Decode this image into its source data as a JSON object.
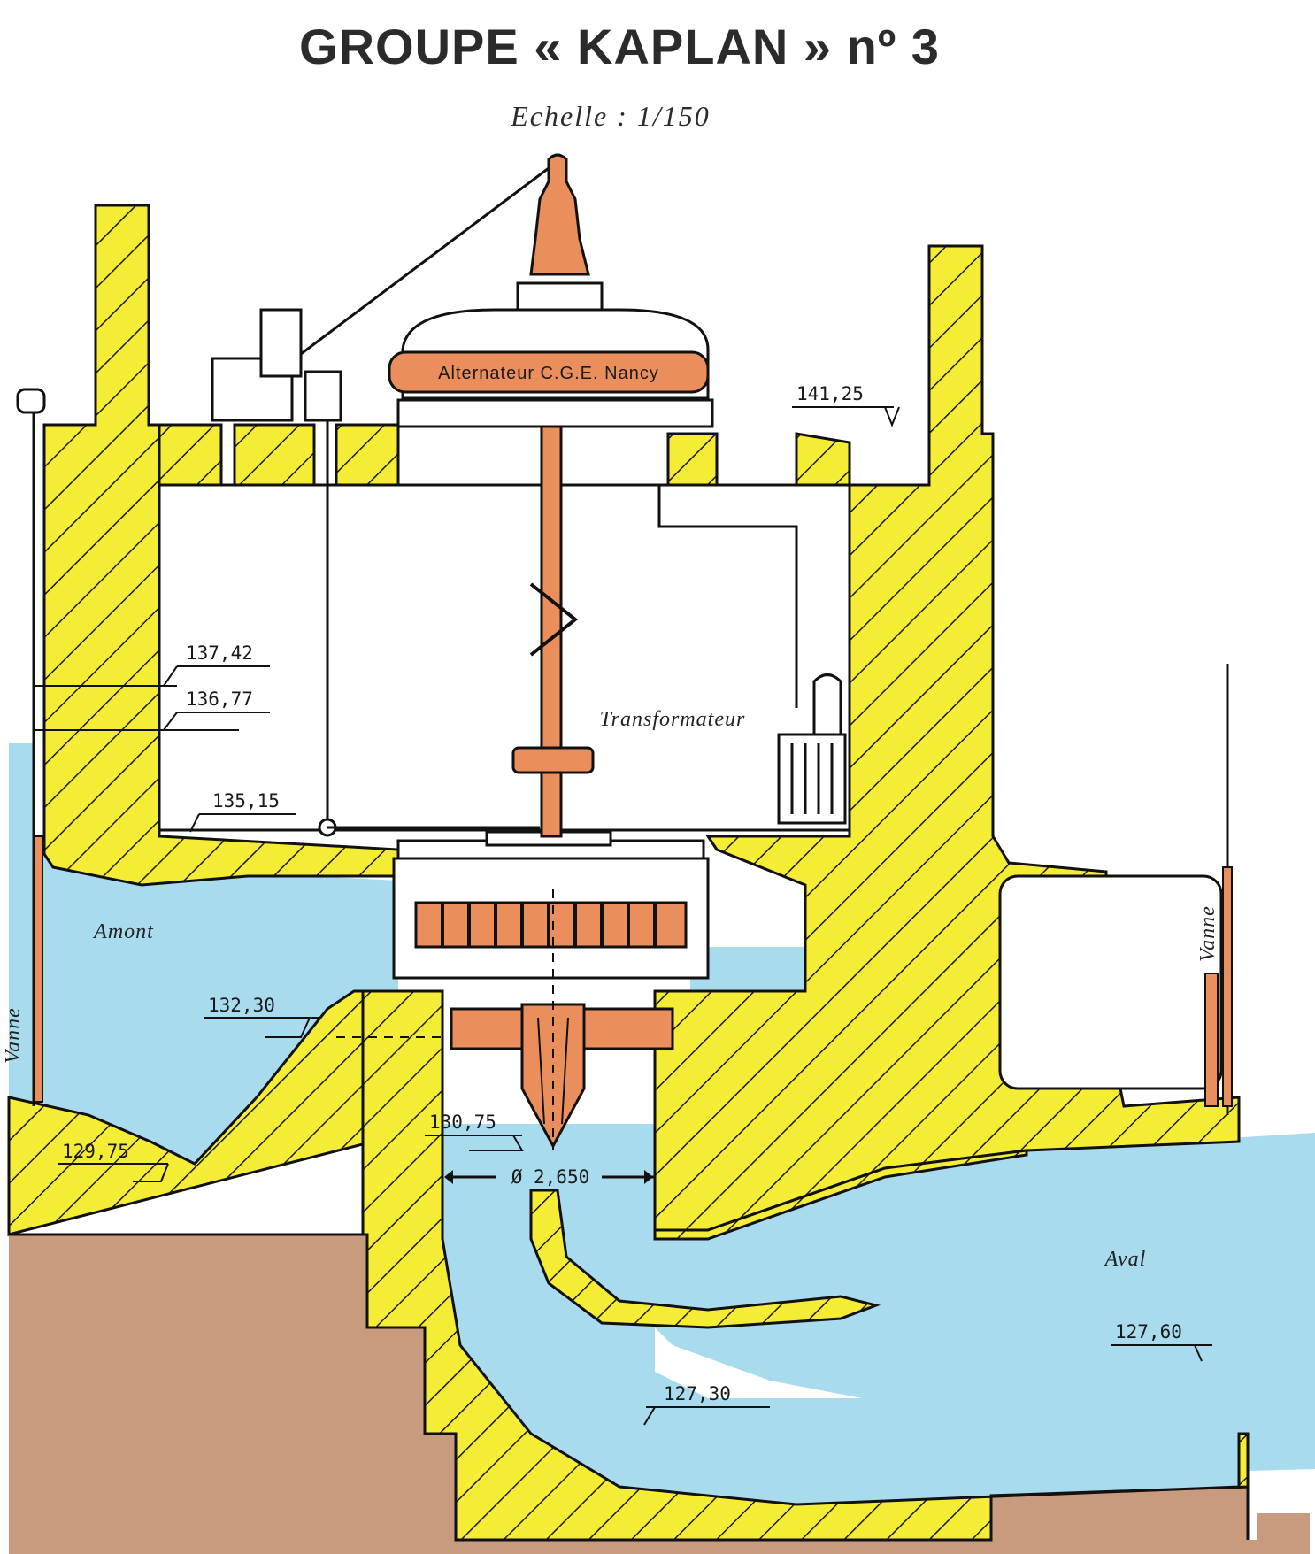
{
  "title": "GROUPE « KAPLAN » nº 3",
  "scale": "Echelle : 1/150",
  "labels": {
    "alternator": "Alternateur C.G.E. Nancy",
    "transformer": "Transformateur",
    "upstream": "Amont",
    "downstream": "Aval",
    "gate_left": "Vanne",
    "gate_right": "Vanne",
    "diameter": "Ø 2,650"
  },
  "elevations": {
    "e14125": "141,25",
    "e13742": "137,42",
    "e13677": "136,77",
    "e13515": "135,15",
    "e13230": "132,30",
    "e13075": "130,75",
    "e12975": "129,75",
    "e12760": "127,60",
    "e12730": "127,30"
  },
  "colors": {
    "concrete": "#f5ec36",
    "water": "#a9dbee",
    "machine": "#ea8f5c",
    "soil": "#c99b7e"
  }
}
